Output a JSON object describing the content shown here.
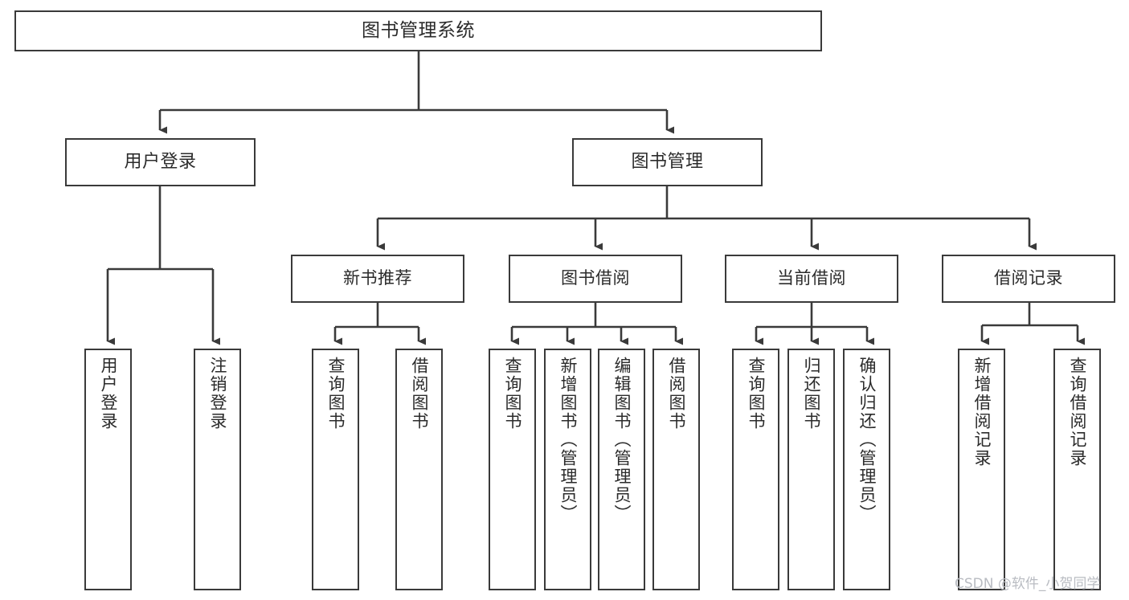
{
  "diagram": {
    "title": "图书管理系统",
    "type": "hierarchy-tree",
    "watermark": "CSDN @软件_小贺同学",
    "colors": {
      "background": "#ffffff",
      "box_border": "#3a3a3a",
      "box_fill": "#ffffff",
      "text": "#2b2b2b",
      "edge": "#3a3a3a",
      "watermark": "#b9bcc2"
    },
    "root": {
      "label": "图书管理系统"
    },
    "level2": [
      {
        "id": "user-login",
        "label": "用户登录"
      },
      {
        "id": "book-manage",
        "label": "图书管理"
      }
    ],
    "level3": [
      {
        "id": "new-book-recommend",
        "label": "新书推荐",
        "parent": "book-manage"
      },
      {
        "id": "book-borrow",
        "label": "图书借阅",
        "parent": "book-manage"
      },
      {
        "id": "current-borrow",
        "label": "当前借阅",
        "parent": "book-manage"
      },
      {
        "id": "borrow-record",
        "label": "借阅记录",
        "parent": "book-manage"
      }
    ],
    "leaves": [
      {
        "id": "leaf-user-login",
        "label": "用户登录",
        "parent": "user-login"
      },
      {
        "id": "leaf-logout",
        "label": "注销登录",
        "parent": "user-login"
      },
      {
        "id": "leaf-query-book-1",
        "label": "查询图书",
        "parent": "new-book-recommend"
      },
      {
        "id": "leaf-borrow-book-1",
        "label": "借阅图书",
        "parent": "new-book-recommend"
      },
      {
        "id": "leaf-query-book-2",
        "label": "查询图书",
        "parent": "book-borrow"
      },
      {
        "id": "leaf-add-book",
        "label": "新增图书（管理员）",
        "parent": "book-borrow"
      },
      {
        "id": "leaf-edit-book",
        "label": "编辑图书（管理员）",
        "parent": "book-borrow"
      },
      {
        "id": "leaf-borrow-book-2",
        "label": "借阅图书",
        "parent": "book-borrow"
      },
      {
        "id": "leaf-query-book-3",
        "label": "查询图书",
        "parent": "current-borrow"
      },
      {
        "id": "leaf-return-book",
        "label": "归还图书",
        "parent": "current-borrow"
      },
      {
        "id": "leaf-confirm-return",
        "label": "确认归还（管理员）",
        "parent": "current-borrow"
      },
      {
        "id": "leaf-add-record",
        "label": "新增借阅记录",
        "parent": "borrow-record"
      },
      {
        "id": "leaf-query-record",
        "label": "查询借阅记录",
        "parent": "borrow-record"
      }
    ]
  }
}
